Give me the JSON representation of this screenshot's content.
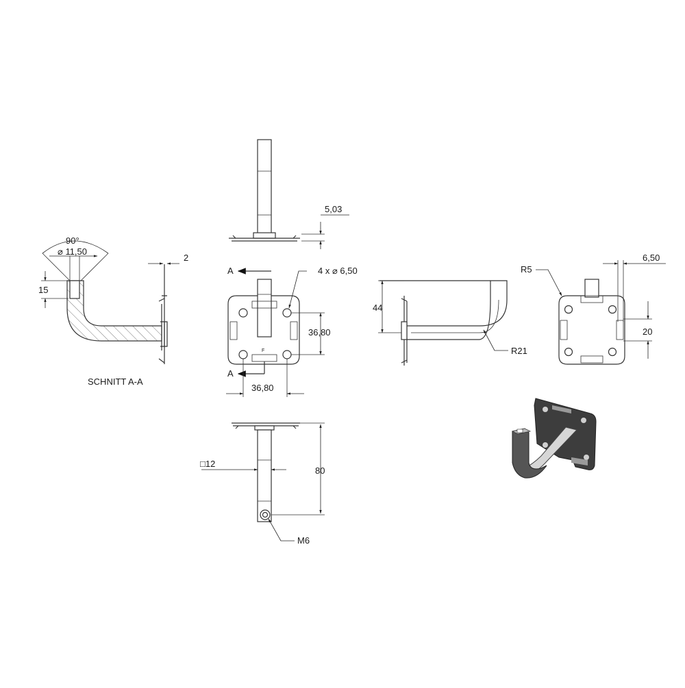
{
  "section": {
    "label": "SCHNITT A-A",
    "angle": "90°",
    "diameter": "⌀ 11,50",
    "depth": "15",
    "plate_thickness": "2"
  },
  "top_view": {
    "thickness": "5,03"
  },
  "front_view": {
    "section_marker_top": "A",
    "section_marker_bottom": "A",
    "holes": "4 x ⌀ 6,50",
    "vertical_spacing": "36,80",
    "horizontal_spacing": "36,80",
    "letter": "F"
  },
  "bottom_view": {
    "square": "□12",
    "length": "80",
    "thread": "M6"
  },
  "side_view": {
    "height": "44",
    "bend_radius": "R21"
  },
  "back_view": {
    "corner_radius": "R5",
    "offset": "6,50",
    "spacing": "20"
  }
}
